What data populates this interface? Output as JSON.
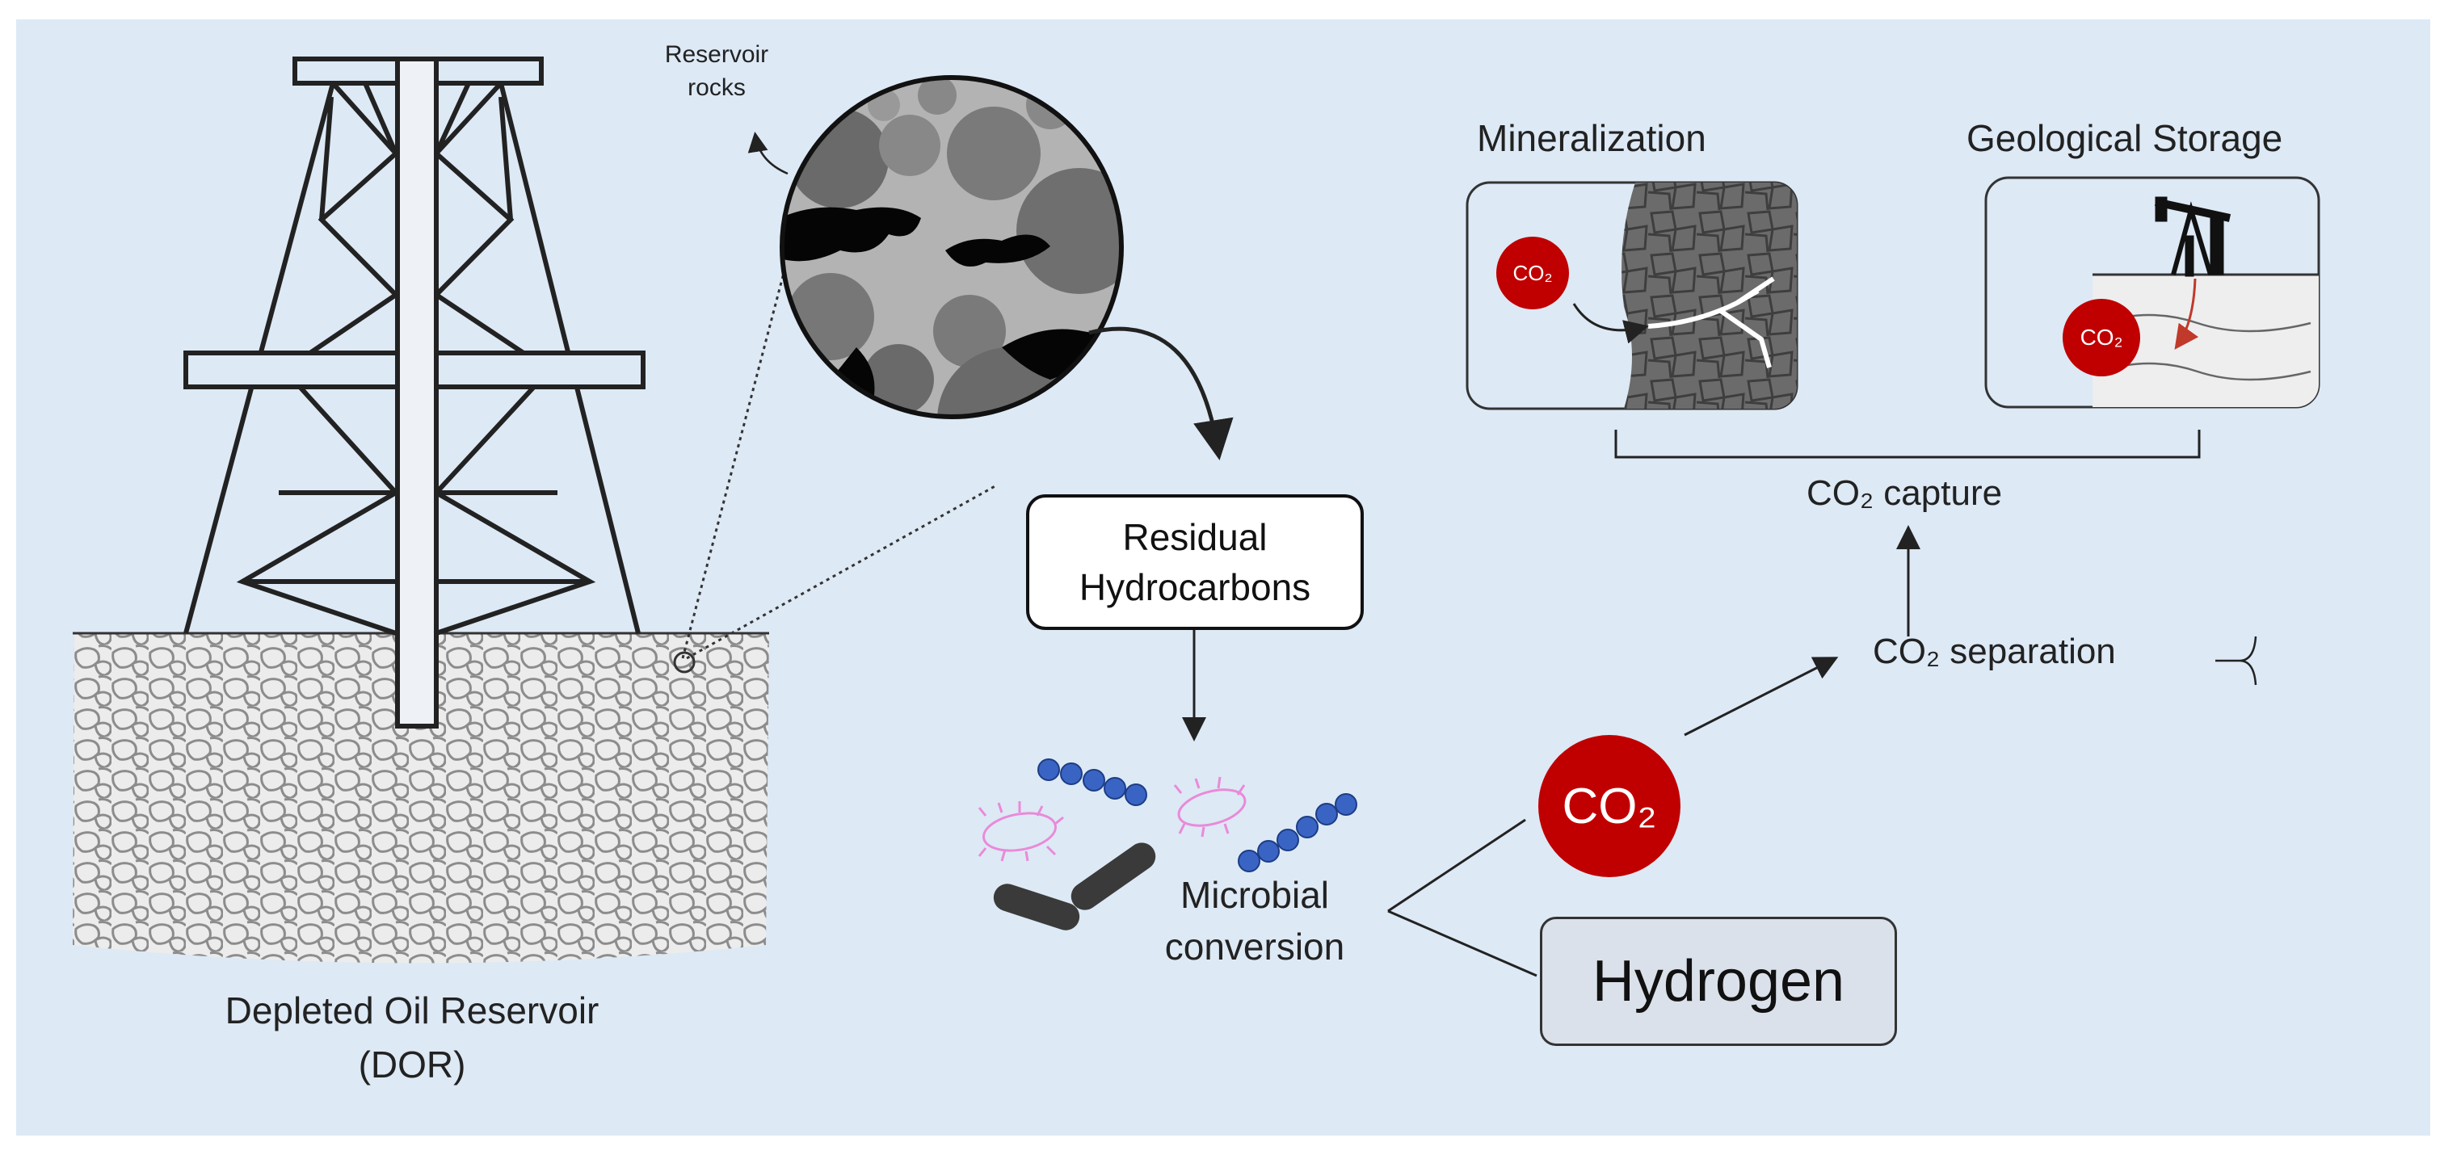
{
  "labels": {
    "reservoir_rocks": [
      "Reservoir",
      "rocks"
    ],
    "depleted": [
      "Depleted Oil Reservoir",
      "(DOR)"
    ],
    "residual": [
      "Residual",
      "Hydrocarbons"
    ],
    "microbial": [
      "Microbial",
      "conversion"
    ],
    "co2_main": "CO₂",
    "hydrogen": "Hydrogen",
    "co2_separation": "CO₂  separation",
    "co2_capture": "CO₂  capture",
    "mineralization": "Mineralization",
    "geological_storage": "Geological Storage",
    "co2_small": "CO₂"
  },
  "colors": {
    "background": "#dde9f5",
    "co2_red": "#c00000",
    "hydrogen_box": "#dbe1ea",
    "rock_dark": "#555555",
    "rock_mid": "#8a8a8a",
    "rock_light": "#b8b8b8",
    "bacteria_blue": "#3a64c4",
    "bacteria_pink": "#e98ad9"
  },
  "icons": [
    "oil-derrick",
    "rock-magnifier",
    "bacteria-cluster",
    "pumpjack-icon",
    "rock-texture"
  ]
}
